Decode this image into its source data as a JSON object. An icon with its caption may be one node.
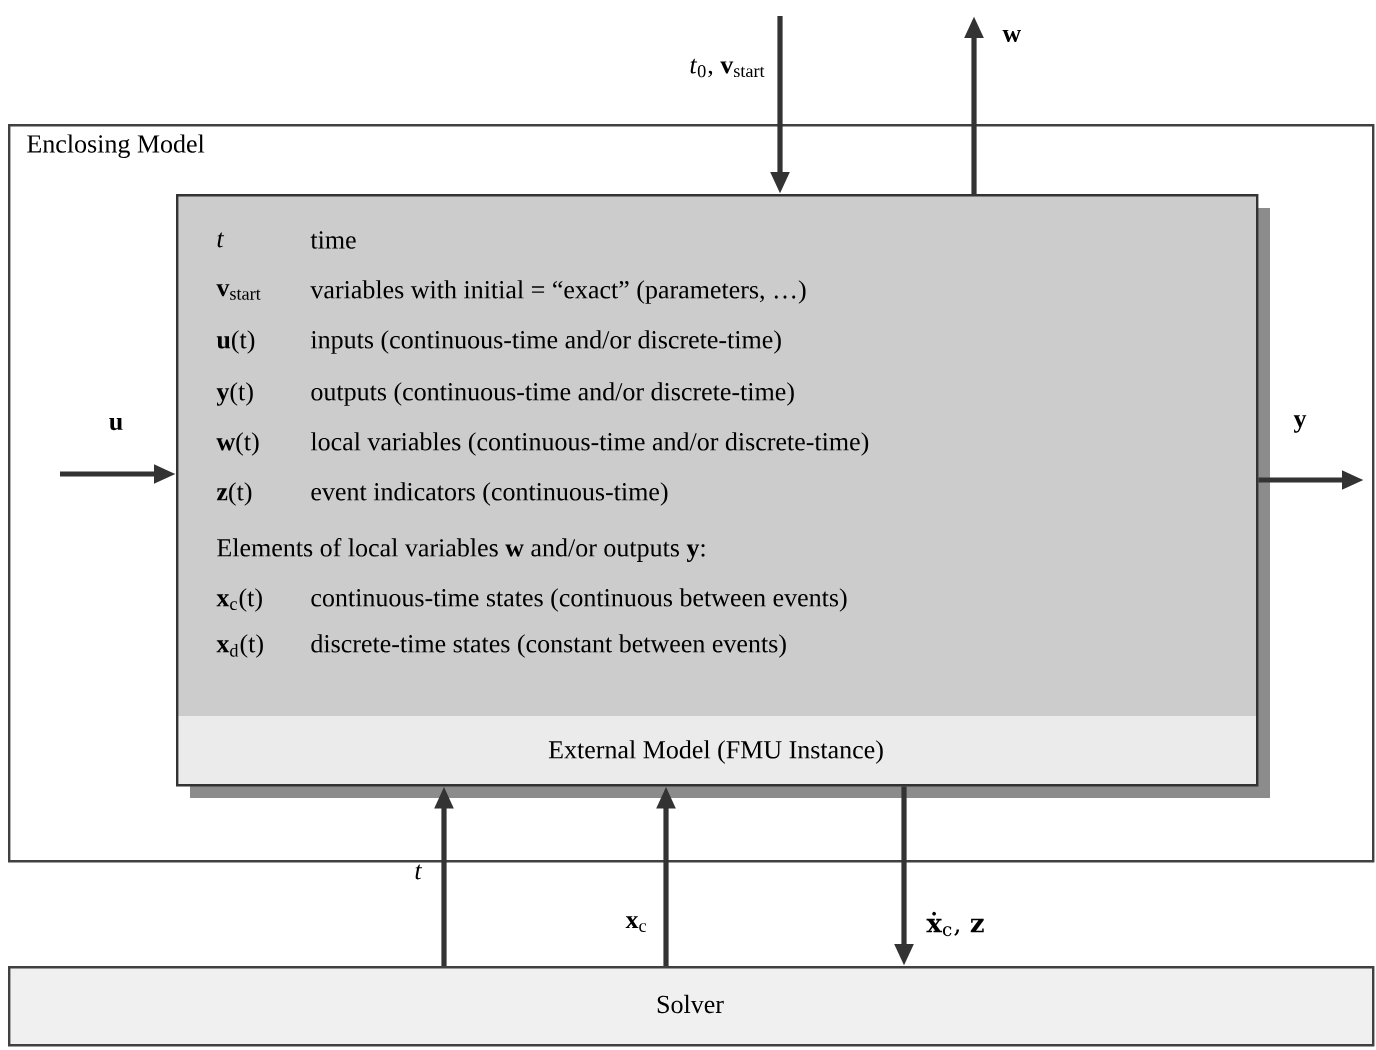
{
  "diagram": {
    "nodes": [
      {
        "text": [
          "Enclosing Model"
        ]
      },
      {
        "text": [
          "t",
          "time",
          "**v**$_{start}$",
          "variables with initial = “exact” (parameters, …)",
          "**u**(t)",
          "inputs (continuous-time and/or discrete-time)",
          "**y**(t)",
          "outputs (continuous-time and/or discrete-time)",
          "**w**(t)",
          "local variables (continuous-time and/or discrete-time)",
          "**z**(t)",
          "event indicators (continuous-time)",
          "Elements of local variables **w** and/or outputs **y**:",
          "**x**$_{c}$(t)",
          "continuous-time states (continuous between events)",
          "**x**$_{d}$(t)",
          "discrete-time states (constant between events)",
          "External Model (FMU Instance)"
        ],
        "in": 0
      },
      {
        "text": [
          "Solver"
        ]
      }
    ],
    "edges": [
      {
        "from": null,
        "to": 1,
        "arrow": "to",
        "label": "*t*$_{0}$, **v**$_{start}$"
      },
      {
        "from": 1,
        "to": null,
        "arrow": "to",
        "label": "w"
      },
      {
        "from": null,
        "to": 1,
        "arrow": "to",
        "label": "u"
      },
      {
        "from": 1,
        "to": null,
        "arrow": "to",
        "label": "y"
      },
      {
        "from": 2,
        "to": 1,
        "arrow": "to",
        "label": "t"
      },
      {
        "from": 2,
        "to": 1,
        "arrow": "to",
        "label": "**x**$_{c}$"
      },
      {
        "from": 1,
        "to": 2,
        "arrow": "to",
        "label": "**ẋ**$_{c}$, **z**"
      }
    ]
  }
}
